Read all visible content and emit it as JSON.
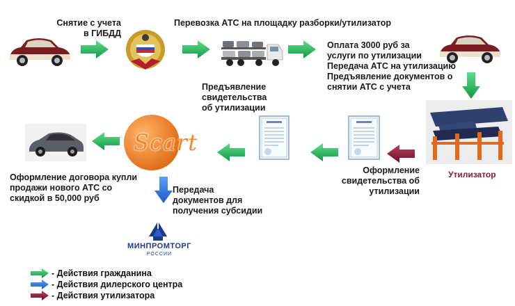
{
  "steps": {
    "gibdd": "Снятие с учета\nв ГИБДД",
    "transport": "Перевозка АТС на площадку разборки/утилизатор",
    "payment": "Оплата 3000 руб за\nуслуги по утилизации\nПередача АТС на утилизацию\nПредъявление документов о\nснятии АТС с учета",
    "recycler_label": "Утилизатор",
    "certificate_issue": "Оформление\nсвидетельства об\nутилизации",
    "certificate_present": "Предъявление\nсвидетельства\nоб утилизации",
    "purchase": "Оформление договора купли\nпродажи нового АТС со\nскидкой в 50,000 руб",
    "subsidy": "Передача\nдокументов для\nполучения субсидии"
  },
  "logos": {
    "scart": "Scart",
    "minpromtorg": "МИНПРОМТОРГ",
    "minpromtorg_sub": "РОССИИ"
  },
  "legend": [
    {
      "label": "- Действия гражданина",
      "color": "#1fb35a"
    },
    {
      "label": "- Действия дилерского центра",
      "color": "#1f6fd1"
    },
    {
      "label": "- Действия утилизатора",
      "color": "#8b1a3a"
    }
  ],
  "colors": {
    "citizen": "#1fb35a",
    "dealer": "#1f6fd1",
    "recycler": "#8b1a3a",
    "scart_orange": "#f08a2c"
  }
}
